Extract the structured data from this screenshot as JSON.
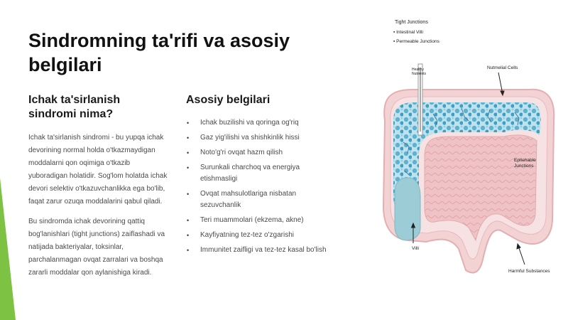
{
  "slide": {
    "title": "Sindromning ta'rifi va asosiy belgilari",
    "accent_color": "#7dc242"
  },
  "left_section": {
    "heading": "Ichak ta'sirlanish sindromi nima?",
    "paragraphs": [
      "Ichak ta'sirlanish sindromi - bu yupqa ichak devorining normal holda o'tkazmaydigan moddalarni qon oqimiga o'tkazib yuboradigan holatidir. Sog'lom holatda ichak devori selektiv o'tkazuvchanlikka ega bo'lib, faqat zarur ozuqa moddalarini qabul qiladi.",
      "Bu sindromda ichak devorining qattiq bog'lanishlari (tight junctions) zaiflashadi va natijada bakteriyalar, toksinlar, parchalanmagan ovqat zarralari va boshqa zararli moddalar qon aylanishiga kiradi."
    ]
  },
  "right_section": {
    "heading": "Asosiy belgilari",
    "bullets": [
      "Ichak buzilishi va qoringa og'riq",
      "Gaz yig'ilishi va shishkinlik hissi",
      "Noto'g'ri ovqat hazm qilish",
      "Surunkali charchoq va energiya etishmasligi",
      "Ovqat mahsulotlariga nisbatan sezuvchanlik",
      "Teri muammolari (ekzema, akne)",
      "Kayfiyatning tez-tez o'zgarishi",
      "Immunitet zaifligi va tez-tez kasal bo'lish"
    ]
  },
  "diagram": {
    "legend_title": "Tight Junctions",
    "legend_items": [
      "Intestinal Villi",
      "Permeable Junctions"
    ],
    "healthy_label": "Healthy Nutrients",
    "labels": {
      "nutmelial": "Nutmelial Cells",
      "epithelial": "Epitehable Junctions",
      "villi": "Villi",
      "harmful": "Harmful Substances"
    },
    "colors": {
      "wall": "#f2cfcf",
      "outer": "#e9b3b5",
      "lumen": "#e8bfc3",
      "villi": "#5fb2cf",
      "cecum": "#9ccdd6"
    }
  }
}
